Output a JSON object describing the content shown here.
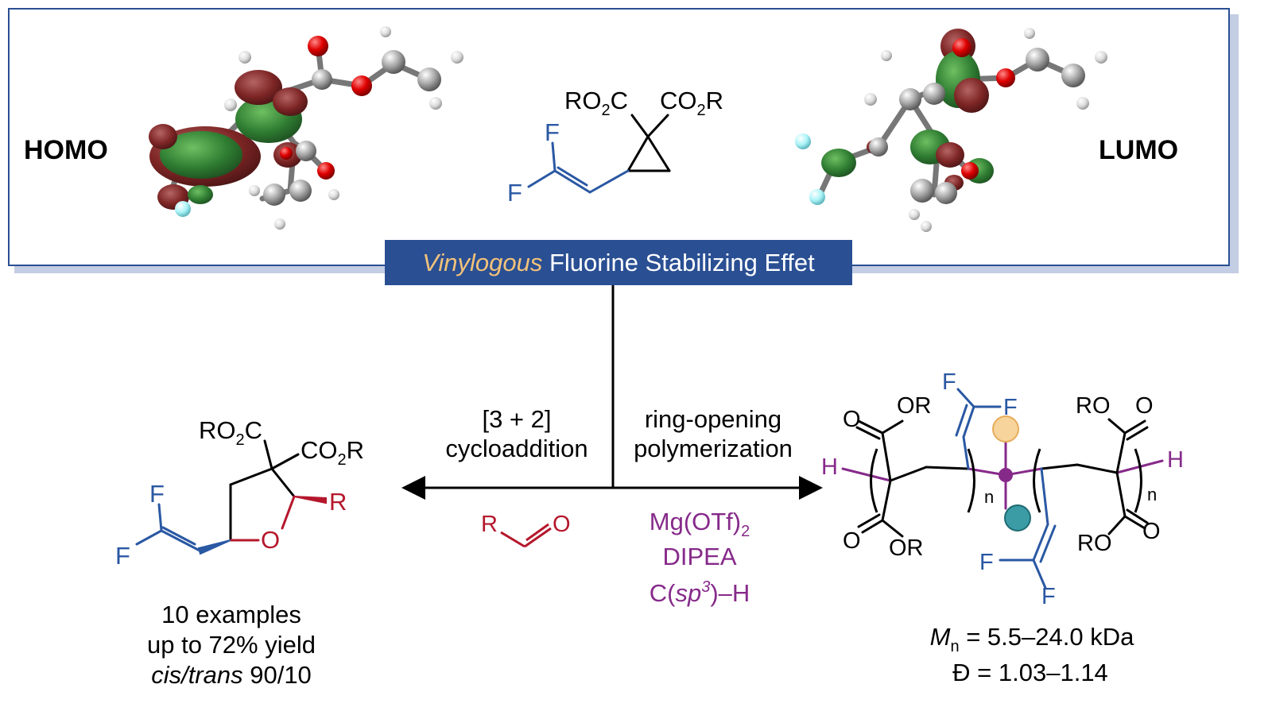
{
  "colors": {
    "frame": "#2a4f93",
    "banner_bg": "#2a4f93",
    "banner_accent": "#f2c27a",
    "fluoro_blue": "#2a58a3",
    "aldehyde_red": "#b5172c",
    "catalyst_purple": "#862a8a",
    "orbital_green": "#2f7d32",
    "orbital_maroon": "#7d2525",
    "radical_orange": "#f6d49b",
    "anion_teal": "#3b9ca6"
  },
  "header": {
    "homo_label": "HOMO",
    "lumo_label": "LUMO"
  },
  "substrate": {
    "ester_left": "RO2C",
    "ester_right": "CO2R",
    "f_top": "F",
    "f_bottom": "F"
  },
  "banner": {
    "italic_part": "Vinylogous",
    "rest": " Fluorine Stabilizing Effet"
  },
  "left_branch": {
    "arrow_label_1": "[3 + 2]",
    "arrow_label_2": "cycloaddition",
    "reagent_R": "R",
    "reagent_O": "O",
    "product": {
      "ester_left": "RO2C",
      "ester_right": "CO2R",
      "ring_O": "O",
      "R": "R",
      "f_top": "F",
      "f_bottom": "F"
    },
    "result_1": "10 examples",
    "result_2": "up to 72% yield",
    "result_3_italic": "cis/trans",
    "result_3_rest": " 90/10"
  },
  "right_branch": {
    "arrow_label_1": "ring-opening",
    "arrow_label_2": "polymerization",
    "catalyst_1": "Mg(OTf)2",
    "catalyst_2": "DIPEA",
    "catalyst_3": "C(sp3)–H",
    "polymer": {
      "H_left": "H",
      "H_right": "H",
      "O_1": "O",
      "OR_1": "OR",
      "O_2": "O",
      "OR_2": "OR",
      "RO_1": "RO",
      "O_3": "O",
      "RO_2": "RO",
      "O_4": "O",
      "F_1": "F",
      "F_2": "F",
      "F_3": "F",
      "F_4": "F",
      "n_1": "n",
      "n_2": "n"
    },
    "result_1": "Mn = 5.5–24.0 kDa",
    "result_2": "Đ = 1.03–1.14"
  }
}
